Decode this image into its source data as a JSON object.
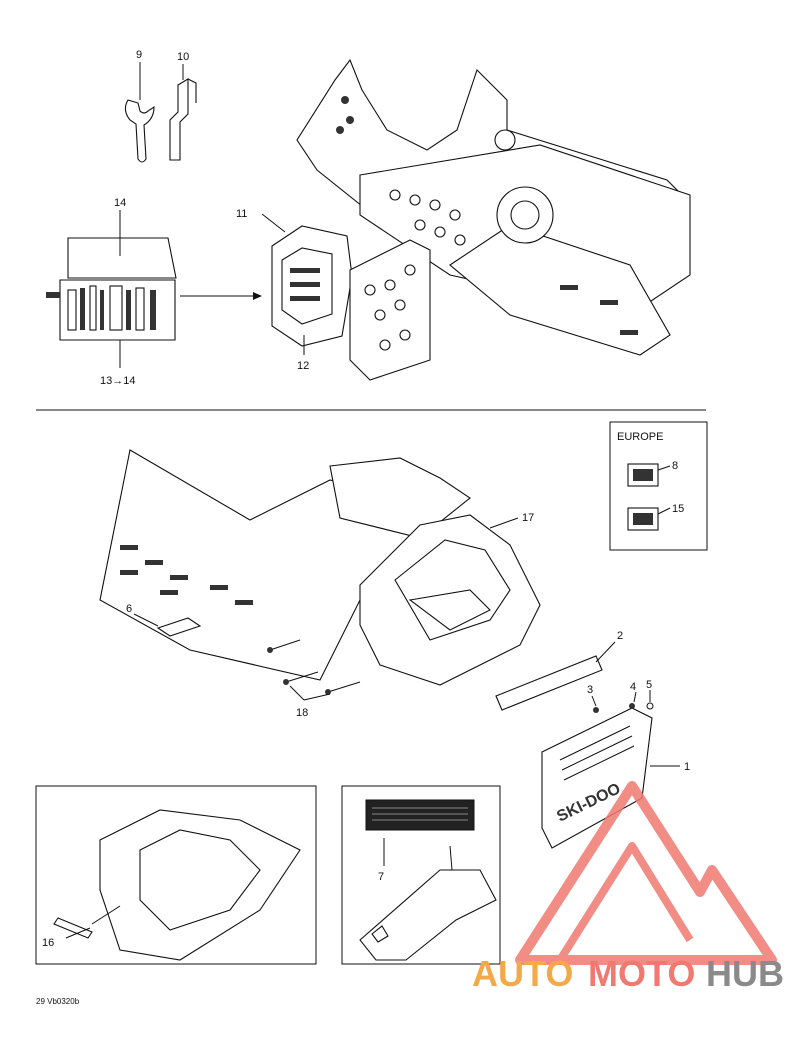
{
  "diagram": {
    "callouts": {
      "c1": "1",
      "c2": "2",
      "c3": "3",
      "c4": "4",
      "c5": "5",
      "c6": "6",
      "c7": "7",
      "c8": "8",
      "c9": "9",
      "c10": "10",
      "c11": "11",
      "c12": "12",
      "c13_14": "13→14",
      "c14": "14",
      "c15": "15",
      "c16": "16",
      "c17": "17",
      "c18": "18"
    },
    "europe_label": "EUROPE",
    "figure_code": "29 Vb0320b",
    "bumper_logo": "SKI-DOO"
  },
  "watermark": {
    "part1": "AUTO",
    "part2": "MOTO",
    "part3": "HUB",
    "colors": {
      "accent": "#f07a72",
      "orange": "#f2a94a",
      "gray": "#8a8a8a"
    }
  }
}
